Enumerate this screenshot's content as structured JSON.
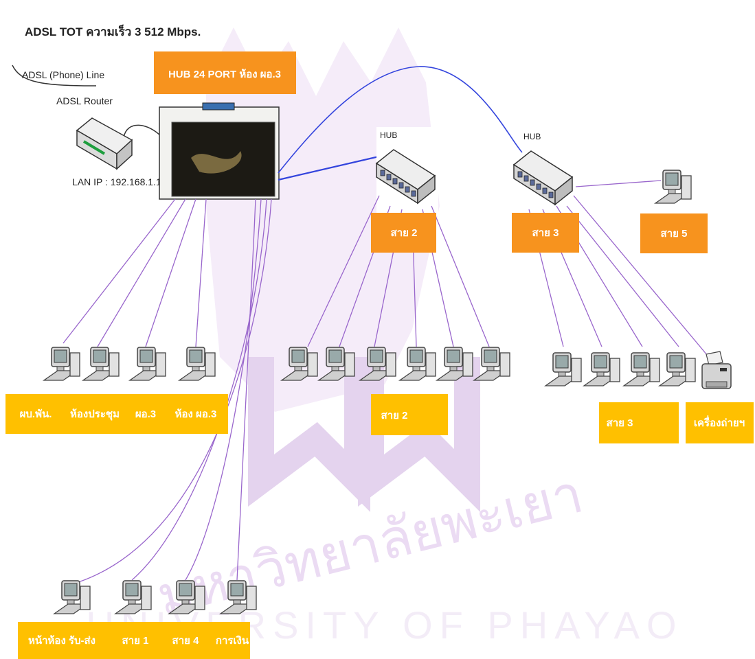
{
  "title": "ADSL TOT ความเร็ว 3 512 Mbps.",
  "phone_line": "ADSL (Phone) Line",
  "router": "ADSL Router",
  "lan_ip": "LAN IP : 192.168.1.1",
  "main_hub": "HUB 24 PORT ห้อง ผอ.3",
  "hub_left": "HUB",
  "hub_right": "HUB",
  "label_sai2": "สาย 2",
  "label_sai3": "สาย 3",
  "label_sai5": "สาย 5",
  "group_left": [
    "ผบ.พัน.",
    "ห้องประชุม",
    "ผอ.3",
    "ห้อง ผอ.3"
  ],
  "group_mid": "สาย 2",
  "group_right": "สาย 3",
  "printer_label": "เครื่องถ่ายฯ",
  "group_bottom": [
    "หน้าห้อง รับ-ส่ง",
    "สาย 1",
    "สาย 4",
    "การเงิน"
  ],
  "watermark_en": "UNIVERSITY OF PHAYAO",
  "watermark_th": "มหาวิทยาลัยพะเยา",
  "colors": {
    "orange": "#f7931e",
    "yellow": "#ffc000",
    "line": "#9966cc",
    "blue": "#3344dd",
    "watermark": "#c9a6dd"
  }
}
